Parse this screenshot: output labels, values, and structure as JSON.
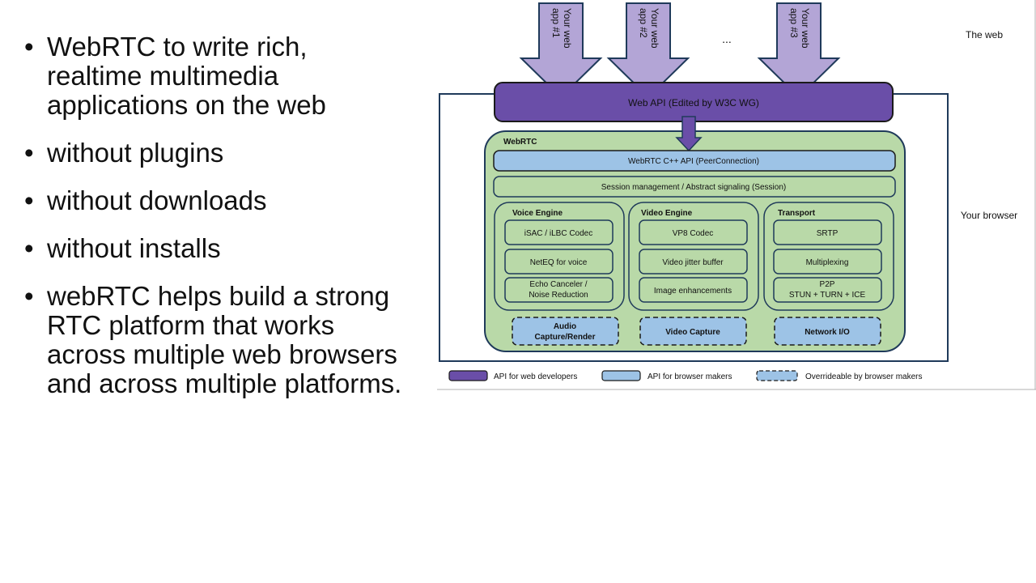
{
  "bullets": [
    "WebRTC to write rich, realtime multimedia applications on the web",
    "without plugins",
    "without downloads",
    "without installs",
    "webRTC helps build a strong RTC platform that works across multiple web browsers and across multiple platforms."
  ],
  "diagram": {
    "apps": [
      {
        "line1": "Your web",
        "line2": "app #1"
      },
      {
        "line1": "Your web",
        "line2": "app #2"
      },
      {
        "line1": "Your web",
        "line2": "app #3"
      }
    ],
    "ellipsis": "...",
    "the_web": "The web",
    "your_browser": "Your browser",
    "web_api": "Web API (Edited by W3C WG)",
    "webrtc_label": "WebRTC",
    "cpp_api": "WebRTC C++ API (PeerConnection)",
    "session": "Session management / Abstract signaling (Session)",
    "voice": {
      "title": "Voice Engine",
      "items": [
        "iSAC / iLBC Codec",
        "NetEQ for voice",
        "Echo Canceler /",
        "Noise Reduction"
      ]
    },
    "video": {
      "title": "Video Engine",
      "items": [
        "VP8 Codec",
        "Video jitter buffer",
        "Image enhancements"
      ]
    },
    "transport": {
      "title": "Transport",
      "items": [
        "SRTP",
        "Multiplexing",
        "P2P",
        "STUN + TURN + ICE"
      ]
    },
    "capture": {
      "audio_line1": "Audio",
      "audio_line2": "Capture/Render",
      "video": "Video Capture",
      "network": "Network I/O"
    },
    "legend": {
      "web_devs": "API for web developers",
      "browser_makers": "API for browser makers",
      "overrideable": "Overrideable by browser makers"
    }
  },
  "colors": {
    "purple": "#6a4ea8",
    "lavender": "#b3a5d6",
    "green": "#b9d9a8",
    "blue": "#9dc3e6",
    "border": "#1f3a5a"
  }
}
